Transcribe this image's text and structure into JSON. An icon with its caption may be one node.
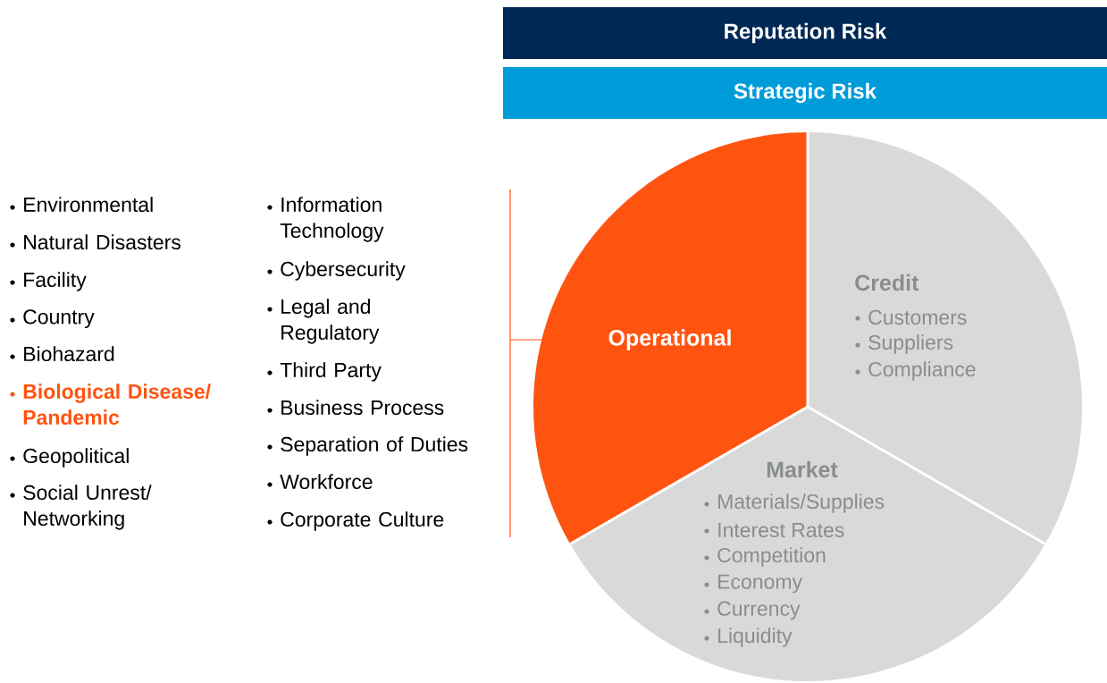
{
  "diagram": {
    "nodes": [
      {
        "text": [
          "Reputation Risk"
        ]
      },
      {
        "text": [
          "Strategic Risk"
        ]
      },
      {
        "text": [
          "Operational"
        ]
      },
      {
        "text": [
          "Credit",
          "Customers",
          "Suppliers",
          "Compliance"
        ]
      },
      {
        "text": [
          "Market",
          "Materials/Supplies",
          "Interest Rates",
          "Competition",
          "Economy",
          "Currency",
          "Liquidity"
        ]
      }
    ],
    "edges": [],
    "labels": [
      "Environmental",
      "Natural Disasters",
      "Facility",
      "Country",
      "Biohazard",
      "Biological Disease/ Pandemic",
      "Geopolitical",
      "Social Unrest/ Networking",
      "Information Technology",
      "Cybersecurity",
      "Legal and Regulatory",
      "Third Party",
      "Business Process",
      "Separation of Duties",
      "Workforce",
      "Corporate Culture"
    ]
  }
}
